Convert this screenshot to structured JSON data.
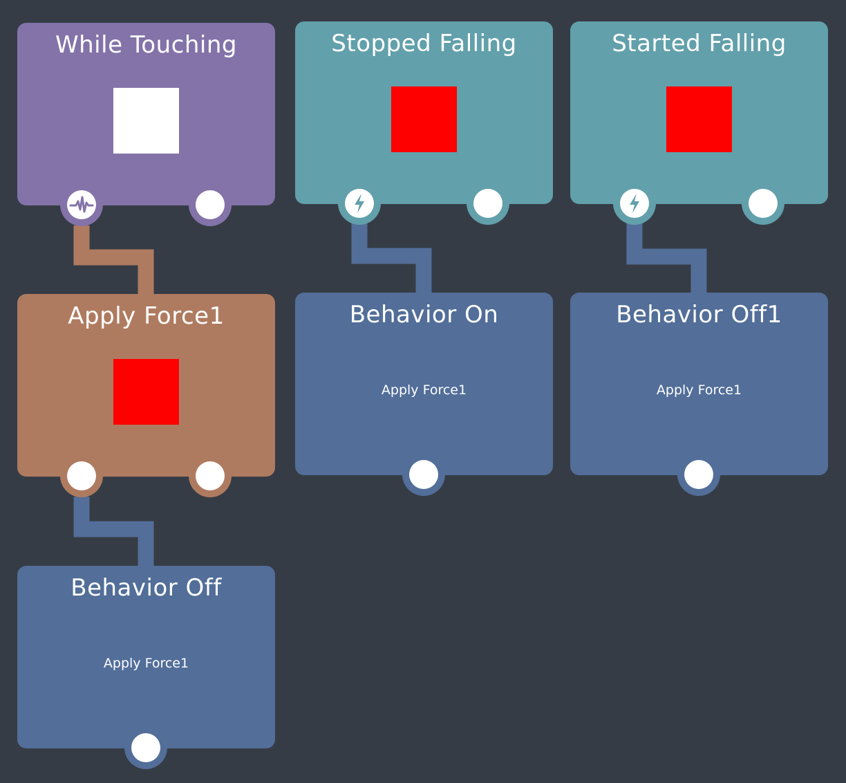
{
  "colors": {
    "background": "#363c45",
    "trigger_purple": "#8373a9",
    "trigger_teal": "#62a0ab",
    "action_brown": "#af7b60",
    "behavior_blue": "#526e99",
    "indicator_white": "#ffffff",
    "indicator_red": "#ff0000"
  },
  "nodes": {
    "while_touching": {
      "title": "While Touching",
      "indicator_color": "#ffffff",
      "left_port_icon": "pulse-icon"
    },
    "stopped_falling": {
      "title": "Stopped Falling",
      "indicator_color": "#ff0000",
      "left_port_icon": "lightning-icon"
    },
    "started_falling": {
      "title": "Started Falling",
      "indicator_color": "#ff0000",
      "left_port_icon": "lightning-icon"
    },
    "apply_force1": {
      "title": "Apply Force1",
      "indicator_color": "#ff0000"
    },
    "behavior_on": {
      "title": "Behavior On",
      "target": "Apply Force1"
    },
    "behavior_off1": {
      "title": "Behavior Off1",
      "target": "Apply Force1"
    },
    "behavior_off": {
      "title": "Behavior Off",
      "target": "Apply Force1"
    }
  }
}
